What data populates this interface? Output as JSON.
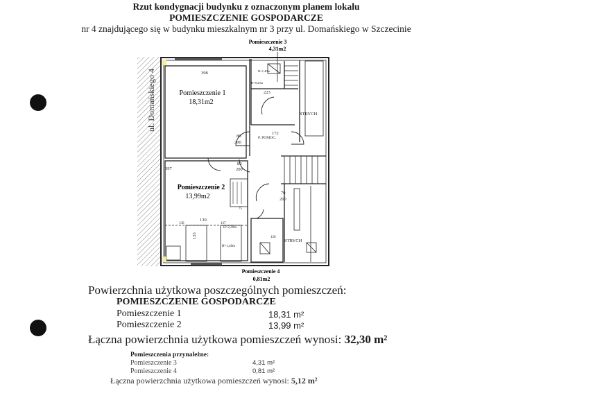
{
  "header": {
    "title": "Rzut kondygnacji budynku z oznaczonym planem lokalu",
    "subtitle": "POMIESZCZENIE GOSPODARCZE",
    "address": "nr 4 znajdującego się w budynku mieszkalnym nr 3 przy ul. Domańskiego w Szczecinie"
  },
  "plan": {
    "street": "ul. Domańskiego 4",
    "rooms": [
      {
        "name": "Pomieszczenie 1",
        "area": "18,31m2"
      },
      {
        "name": "Pomieszczenie 2",
        "area": "13,99m2"
      },
      {
        "name": "Pomieszczenie 3",
        "area": "4,31m2"
      },
      {
        "name": "Pomieszczenie 4",
        "area": "0,81m2"
      }
    ],
    "labels": {
      "strych": "STRYCH",
      "poz": "P. POMOC.",
      "dims": [
        "398",
        "223",
        "172",
        "397",
        "130",
        "130",
        "137",
        "135",
        "75",
        "120",
        "80",
        "200",
        "70",
        "H=2,20m",
        "H=1,40m",
        "H=1,40m",
        "H=0,20m"
      ]
    }
  },
  "summary": {
    "heading": "Powierzchnia użytkowa poszczególnych pomieszczeń:",
    "group": "POMIESZCZENIE GOSPODARCZE",
    "items": [
      {
        "name": "Pomieszczenie 1",
        "value": "18,31 m²"
      },
      {
        "name": "Pomieszczenie 2",
        "value": "13,99 m²"
      }
    ],
    "total_label": "Łączna powierzchnia użytkowa pomieszczeń wynosi:",
    "total_value": "32,30 m²",
    "aux_heading": "Pomieszczenia przynależne:",
    "aux_items": [
      {
        "name": "Pomieszczenie 3",
        "value": "4,31 m²"
      },
      {
        "name": "Pomieszczenie 4",
        "value": "0,81 m²"
      }
    ],
    "aux_total_label": "Łączna powierzchnia użytkowa pomieszczeń wynosi:",
    "aux_total_value": "5,12 m²"
  }
}
